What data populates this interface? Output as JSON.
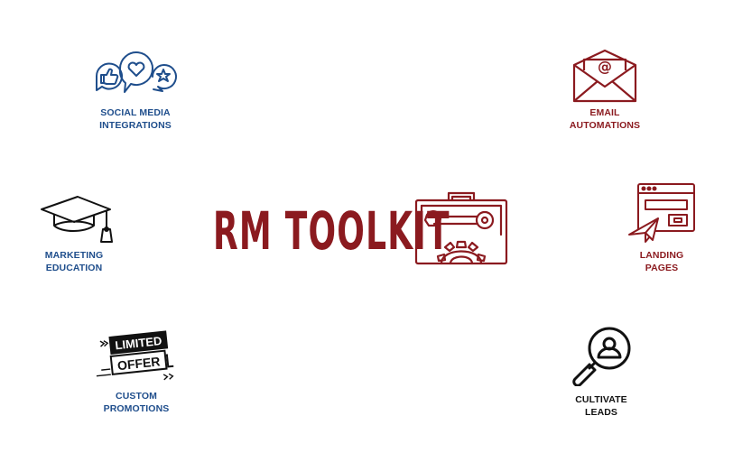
{
  "title": "RM TOOLKIT",
  "colors": {
    "blue": "#1f4e8c",
    "red": "#8b1a1f",
    "black": "#111111"
  },
  "features": {
    "social": {
      "icon": "social-media-bubbles-icon",
      "line1": "SOCIAL MEDIA",
      "line2": "INTEGRATIONS"
    },
    "email": {
      "icon": "email-envelope-icon",
      "line1": "EMAIL",
      "line2": "AUTOMATIONS"
    },
    "education": {
      "icon": "graduation-cap-icon",
      "line1": "MARKETING",
      "line2": "EDUCATION"
    },
    "landing": {
      "icon": "landing-page-icon",
      "line1": "LANDING",
      "line2": "PAGES"
    },
    "promotions": {
      "icon": "limited-offer-icon",
      "badge_top": "LIMITED",
      "badge_bottom": "OFFER",
      "line1": "CUSTOM",
      "line2": "PROMOTIONS"
    },
    "leads": {
      "icon": "search-user-icon",
      "line1": "CULTIVATE",
      "line2": "LEADS"
    }
  }
}
